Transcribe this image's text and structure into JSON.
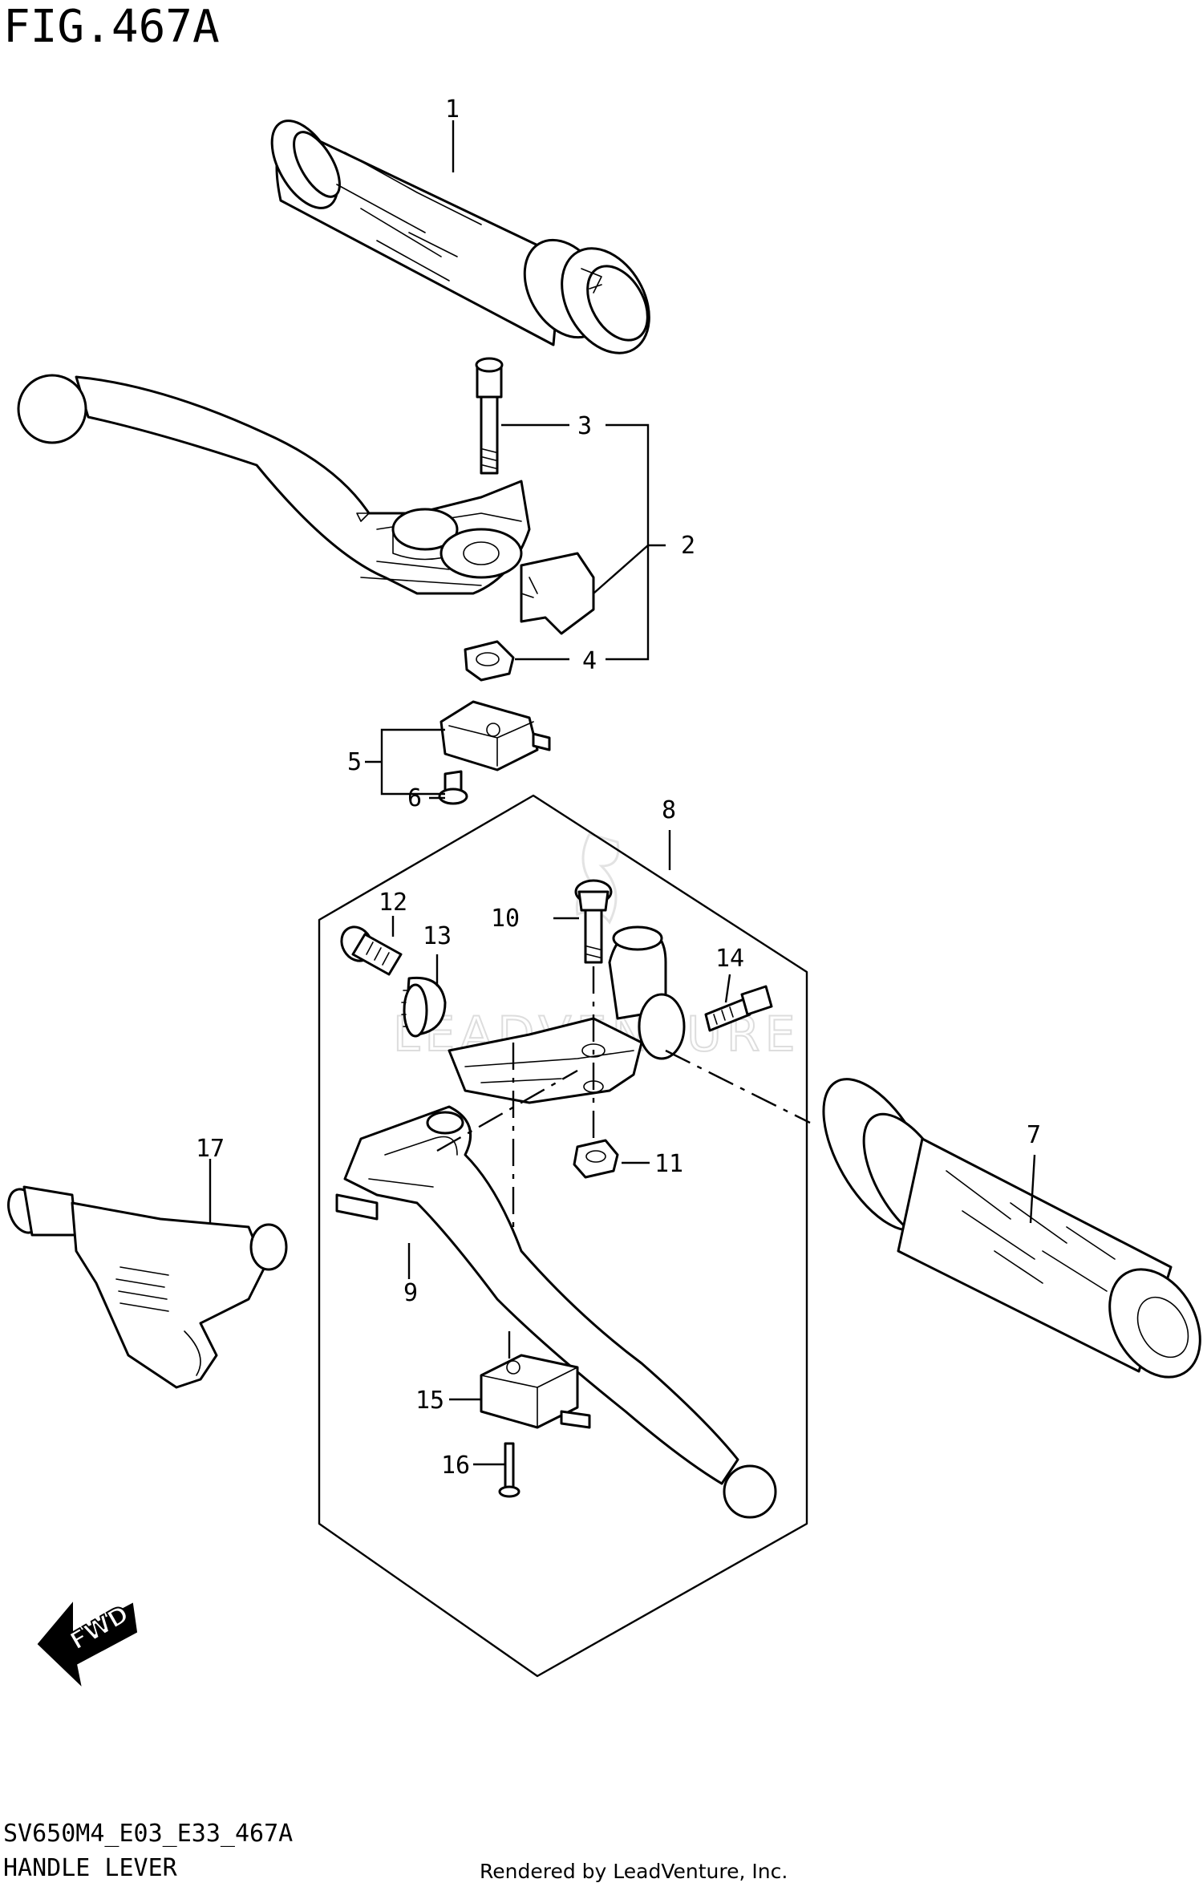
{
  "figure": {
    "title": "FIG.467A",
    "model_code": "SV650M4_E03_E33_467A",
    "section_title": "HANDLE LEVER",
    "credit": "Rendered by LeadVenture, Inc.",
    "fwd_label": "FWD",
    "watermark": "LEADVENTURE"
  },
  "callouts": [
    {
      "number": "1"
    },
    {
      "number": "2"
    },
    {
      "number": "3"
    },
    {
      "number": "4"
    },
    {
      "number": "5"
    },
    {
      "number": "6"
    },
    {
      "number": "7"
    },
    {
      "number": "8"
    },
    {
      "number": "9"
    },
    {
      "number": "10"
    },
    {
      "number": "11"
    },
    {
      "number": "12"
    },
    {
      "number": "13"
    },
    {
      "number": "14"
    },
    {
      "number": "15"
    },
    {
      "number": "16"
    },
    {
      "number": "17"
    }
  ]
}
